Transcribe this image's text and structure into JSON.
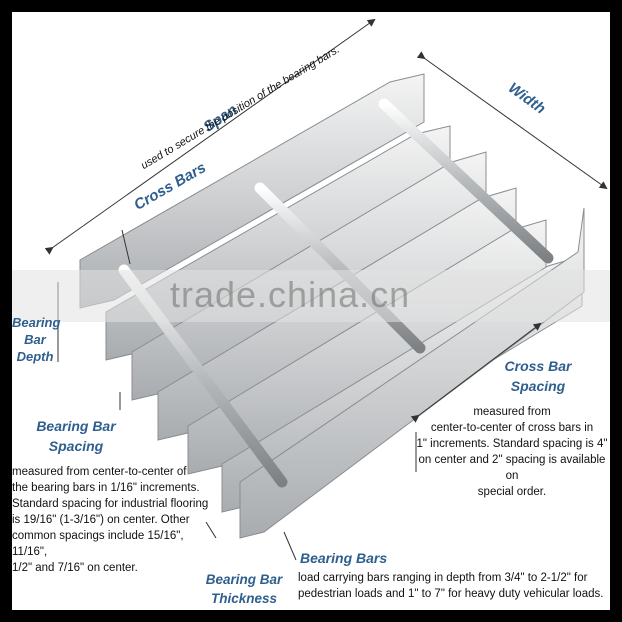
{
  "labels": {
    "span": "Span",
    "width": "Width",
    "cross_bars_title": "Cross Bars",
    "cross_bars_desc": "used to secure the position of the bearing bars.",
    "bearing_bar_depth_line1": "Bearing",
    "bearing_bar_depth_line2": "Bar",
    "bearing_bar_depth_line3": "Depth",
    "bearing_bar_spacing_line1": "Bearing Bar",
    "bearing_bar_spacing_line2": "Spacing",
    "bearing_bar_spacing_desc": [
      "measured from center-to-center of",
      "the bearing bars in 1/16\" increments.",
      "Standard spacing for industrial flooring",
      "is 19/16\" (1-3/16\") on center.  Other",
      "common spacings include 15/16\", 11/16\",",
      "1/2\" and 7/16\" on center."
    ],
    "cross_bar_spacing_line1": "Cross Bar",
    "cross_bar_spacing_line2": "Spacing",
    "cross_bar_spacing_desc": [
      "measured from",
      "center-to-center of cross bars in",
      "1\" increments. Standard spacing is 4\"",
      "on center and 2\" spacing is available on",
      "special order."
    ],
    "bearing_bars_title": "Bearing Bars",
    "bearing_bars_desc": [
      "load carrying bars ranging in depth from 3/4\" to 2-1/2\" for",
      "pedestrian loads and 1\" to 7\" for heavy duty vehicular loads."
    ],
    "bearing_bar_thickness_line1": "Bearing Bar",
    "bearing_bar_thickness_line2": "Thickness"
  },
  "watermark": "trade.china.cn",
  "colors": {
    "label_blue": "#2f5f8f",
    "frame": "#000000"
  }
}
